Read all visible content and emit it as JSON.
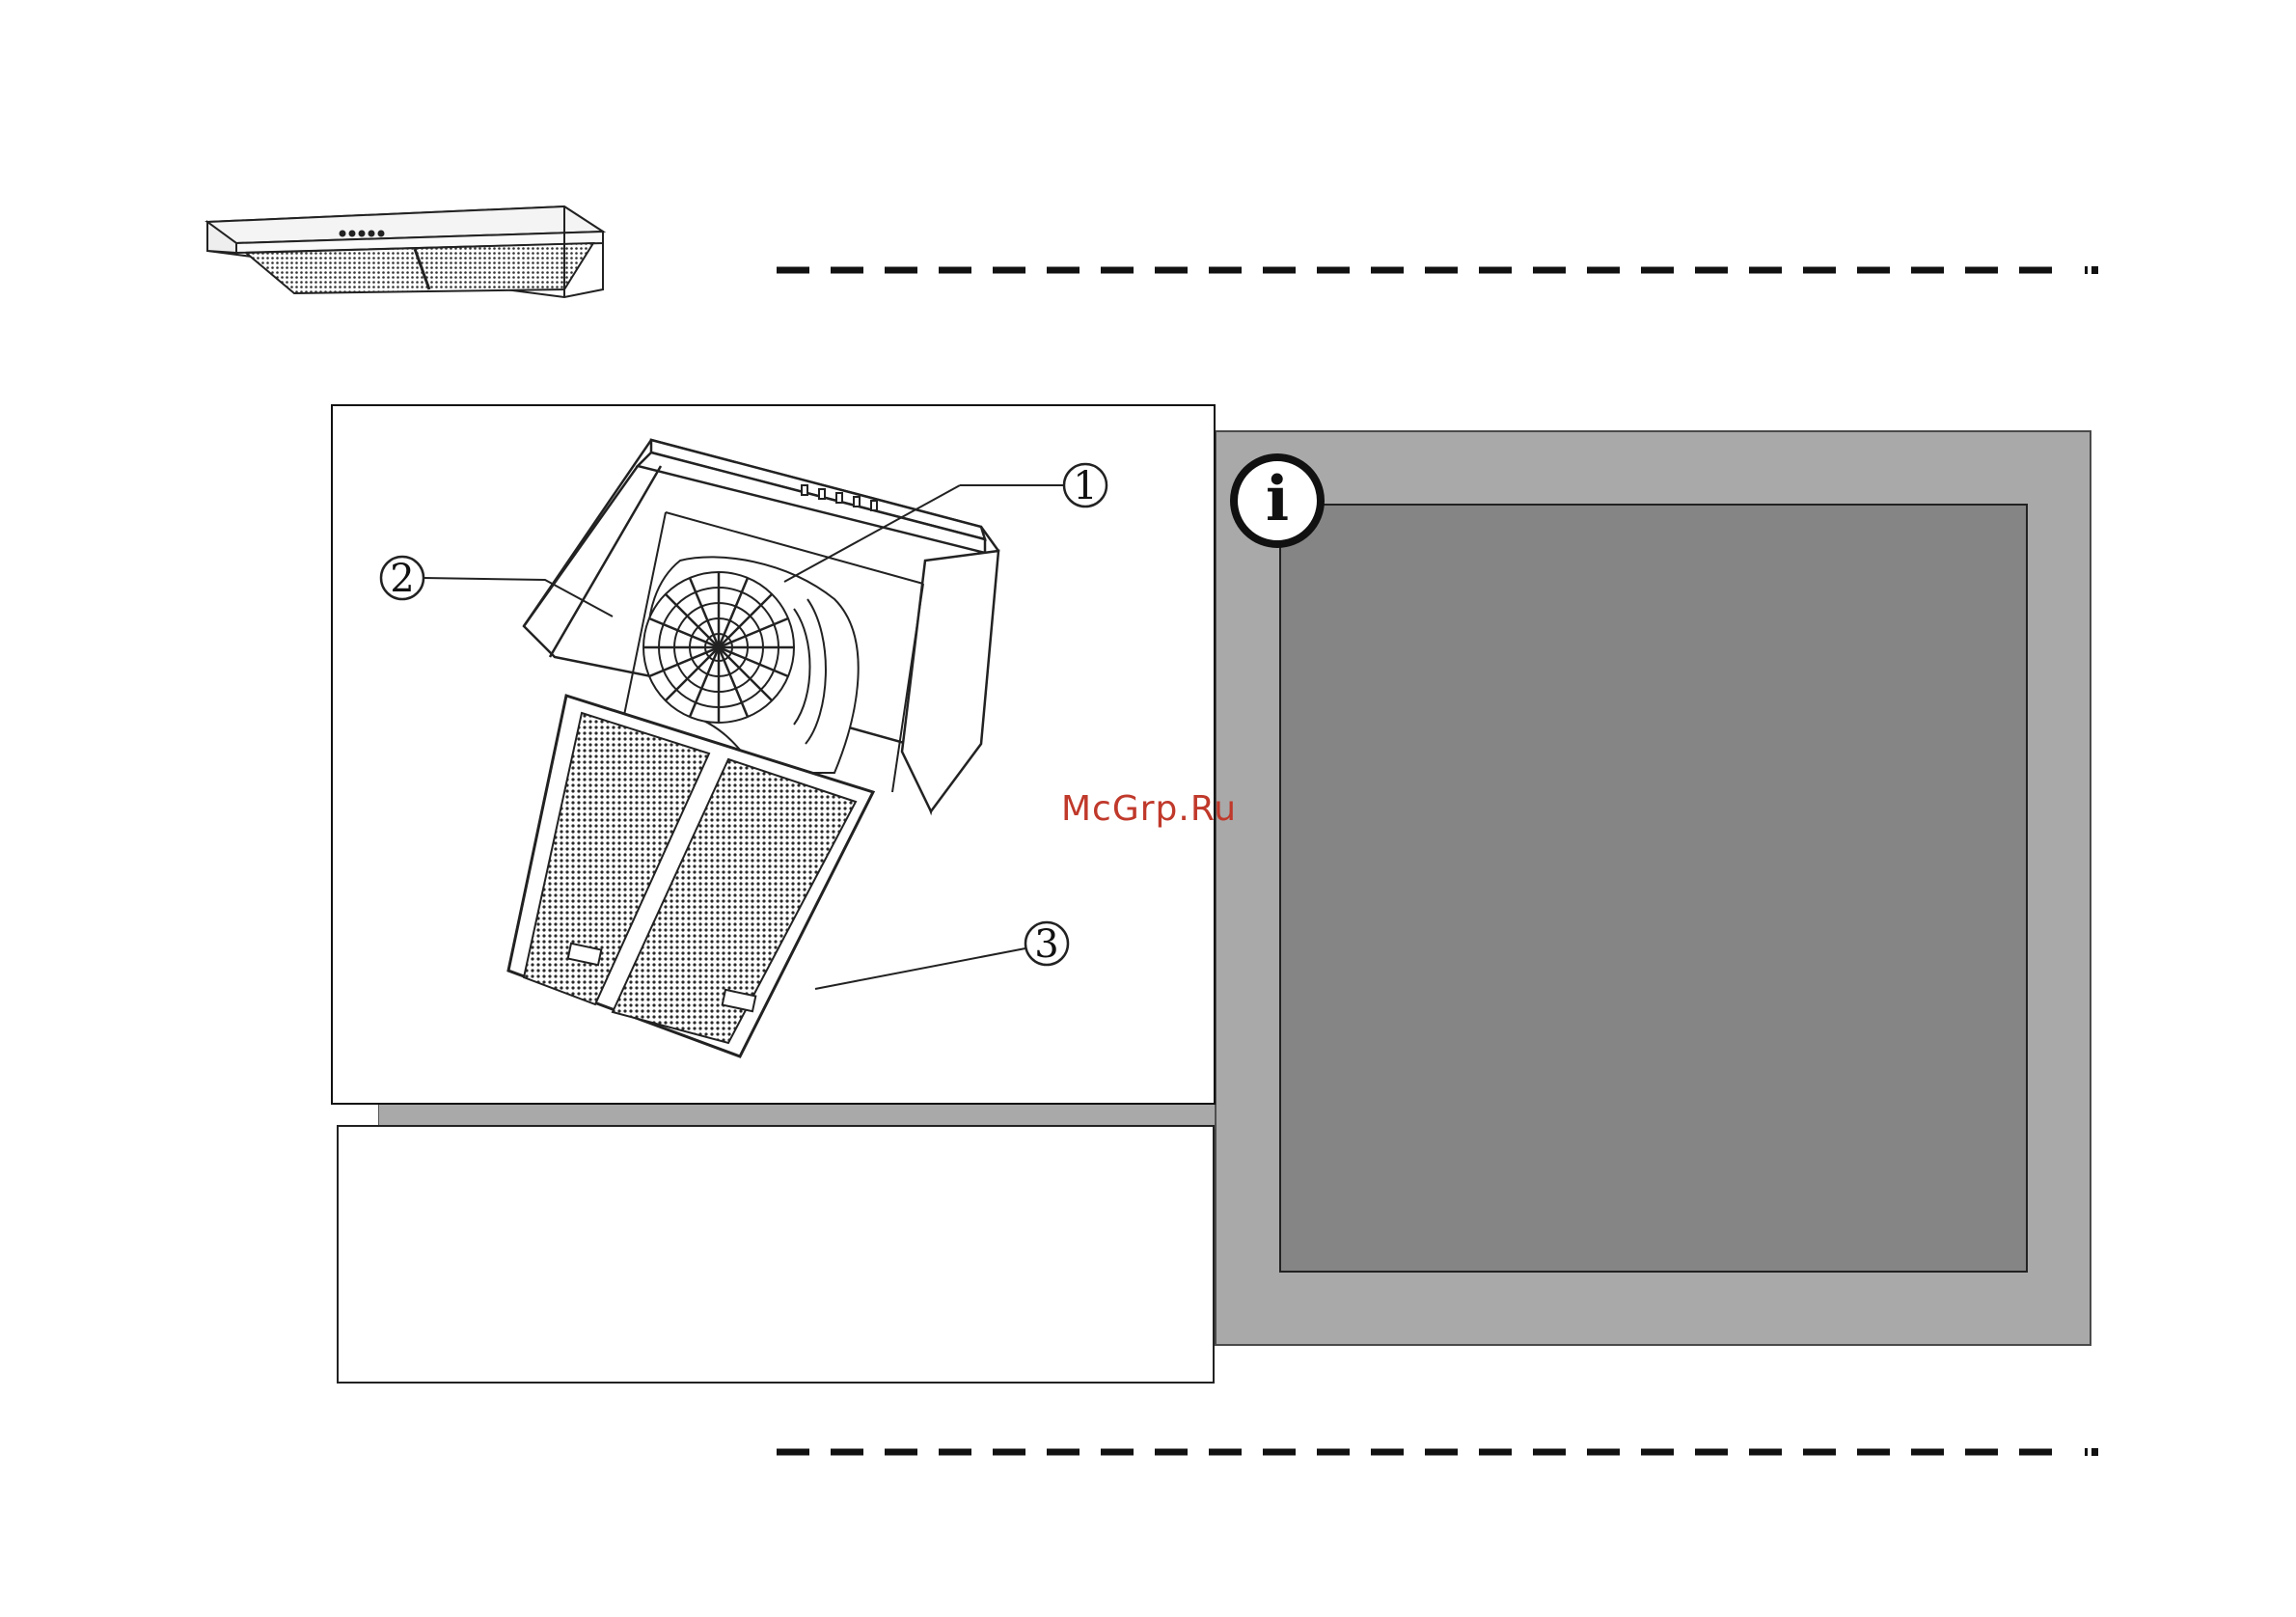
{
  "watermark": {
    "text": "McGrp.Ru",
    "color": "#c0392b"
  },
  "info_icon": {
    "icon": "info-icon",
    "glyph": "i"
  },
  "illustration": {
    "callouts": [
      {
        "label": "1",
        "part": "fan-motor-unit"
      },
      {
        "label": "2",
        "part": "front-panel"
      },
      {
        "label": "3",
        "part": "grease-filter"
      }
    ]
  },
  "colors": {
    "panel_outer": "#a9a9a9",
    "panel_inner": "#858585",
    "rule": "#111111"
  }
}
